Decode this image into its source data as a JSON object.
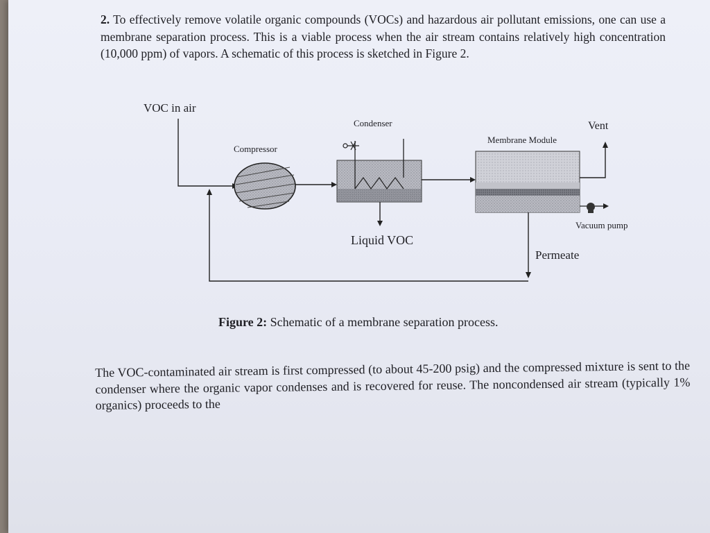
{
  "question": {
    "number": "2.",
    "text": "To effectively remove volatile organic compounds (VOCs) and hazardous air pollutant emissions, one can use a membrane separation process. This is a viable process when the air stream contains relatively high concentration (10,000 ppm) of vapors. A schematic of this process is sketched in Figure 2."
  },
  "diagram": {
    "voc_in_air": "VOC in air",
    "compressor": "Compressor",
    "condenser": "Condenser",
    "membrane_module": "Membrane Module",
    "vent": "Vent",
    "vacuum_pump": "Vacuum pump",
    "liquid_voc": "Liquid VOC",
    "permeate": "Permeate"
  },
  "caption": {
    "figure": "Figure 2:",
    "text": " Schematic of a membrane separation process."
  },
  "paragraph": "The VOC-contaminated air stream is first compressed (to about 45-200 psig) and the compressed mixture is sent to the condenser where the organic vapor condenses and is recovered for reuse. The noncondensed air stream (typically 1% organics) proceeds to the"
}
